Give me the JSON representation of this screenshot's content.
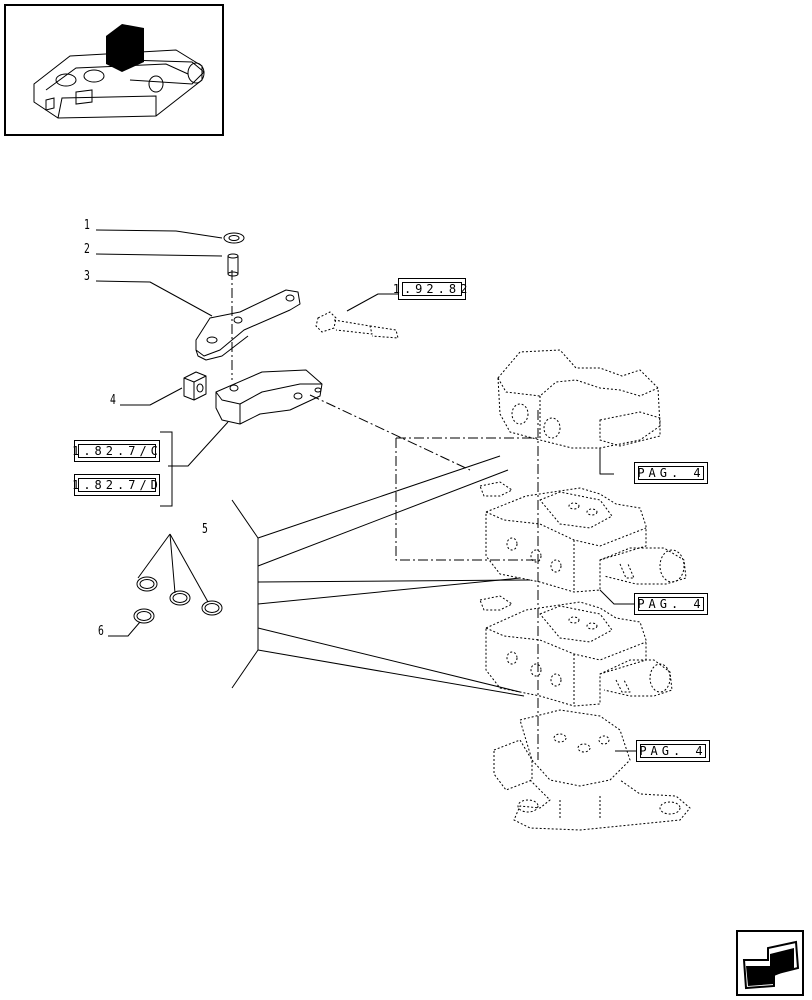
{
  "callouts": {
    "n1": "1",
    "n2": "2",
    "n3": "3",
    "n4": "4",
    "n5": "5",
    "n6": "6"
  },
  "references": {
    "ref_19282": "1.92.82",
    "ref_1827c": "1.82.7/C",
    "ref_1827d": "1.82.7/D",
    "pag_top": "PAG. 4",
    "pag_mid": "PAG. 4",
    "pag_bot": "PAG. 4"
  },
  "icons": {
    "thumbnail": "assembly-thumbnail-icon",
    "navigation": "next-page-arrow-icon"
  },
  "colors": {
    "ink": "#000000",
    "paper": "#ffffff"
  }
}
